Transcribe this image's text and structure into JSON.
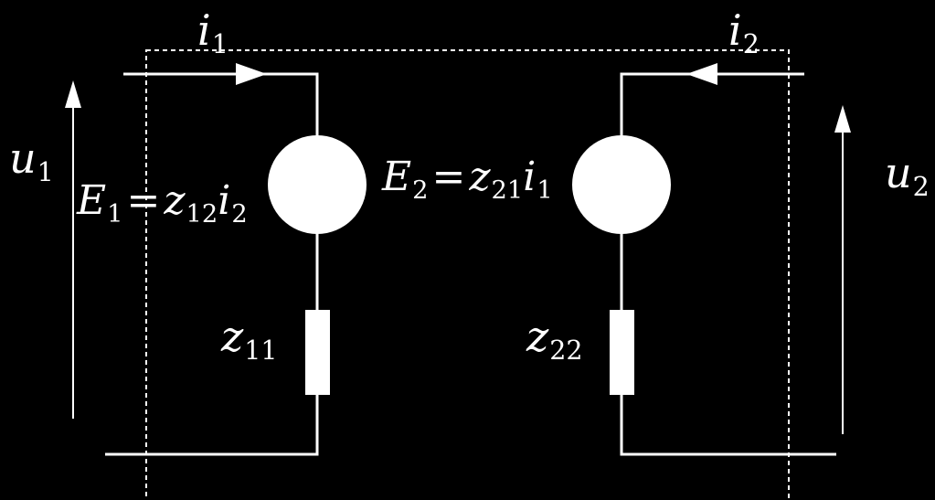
{
  "labels": {
    "i1": {
      "sym": "i",
      "sub": "1"
    },
    "i2": {
      "sym": "i",
      "sub": "2"
    },
    "u1": {
      "sym": "u",
      "sub": "1"
    },
    "u2": {
      "sym": "u",
      "sub": "2"
    },
    "e1": {
      "lhs_sym": "E",
      "lhs_sub": "1",
      "eq": "=",
      "z_sym": "z",
      "z_sub": "12",
      "i_sym": "i",
      "i_sub": "2"
    },
    "e2": {
      "lhs_sym": "E",
      "lhs_sub": "2",
      "eq": "=",
      "z_sym": "z",
      "z_sub": "21",
      "i_sym": "i",
      "i_sub": "1"
    },
    "z11": {
      "sym": "z",
      "sub": "11"
    },
    "z22": {
      "sym": "z",
      "sub": "22"
    }
  },
  "colors": {
    "background": "#000000",
    "foreground": "#ffffff"
  }
}
